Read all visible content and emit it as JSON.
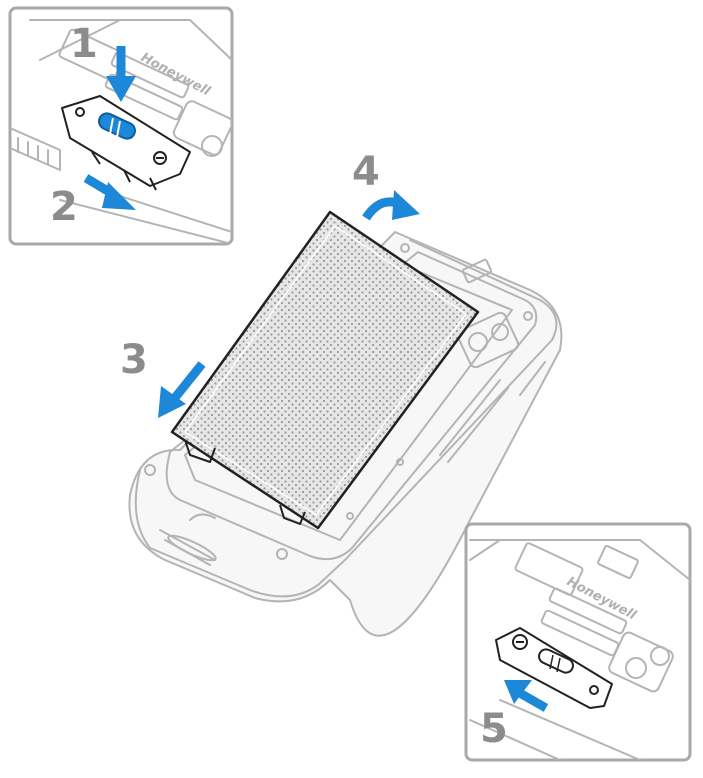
{
  "steps": [
    {
      "number": "1"
    },
    {
      "number": "2"
    },
    {
      "number": "3"
    },
    {
      "number": "4"
    },
    {
      "number": "5"
    }
  ],
  "brand_label": "Honeywell",
  "colors": {
    "arrow": "#1e88d8",
    "latch_highlight": "#1e88d8",
    "step_number": "#8c8c8c",
    "outline": "#b4b4b4",
    "battery_outline": "#222222"
  }
}
